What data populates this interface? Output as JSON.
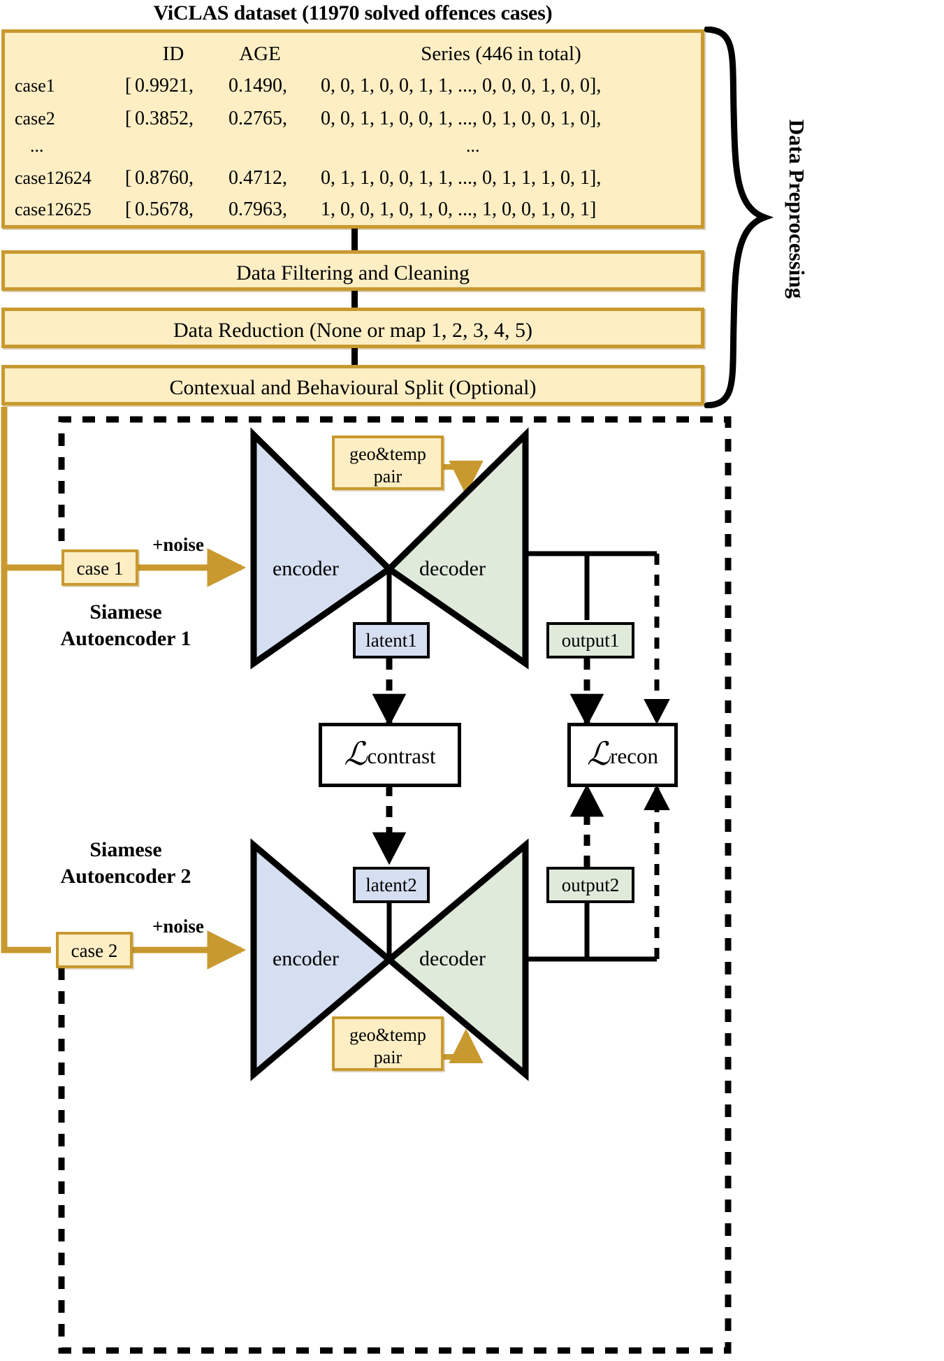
{
  "dataset": {
    "title": "ViCLAS dataset (11970 solved offences cases)",
    "headers": {
      "id": "ID",
      "age": "AGE",
      "series": "Series (446 in total)"
    },
    "rows": [
      {
        "case": "case1",
        "open": "[",
        "v1": "0.9921,",
        "v2": "0.1490,",
        "series": "0, 0, 1, 0, 0, 1, 1, ..., 0, 0, 0, 1, 0, 0],"
      },
      {
        "case": "case2",
        "open": "[",
        "v1": "0.3852,",
        "v2": "0.2765,",
        "series": "0, 0, 1, 1, 0, 0, 1, ..., 0, 1, 0, 0, 1, 0],"
      },
      {
        "case": "...",
        "open": "",
        "v1": "",
        "v2": "",
        "series": "..."
      },
      {
        "case": "case12624",
        "open": "[",
        "v1": "0.8760,",
        "v2": "0.4712,",
        "series": "0, 1, 1, 0, 0, 1, 1, ..., 0, 1, 1, 1, 0, 1],"
      },
      {
        "case": "case12625",
        "open": "[",
        "v1": "0.5678,",
        "v2": "0.7963,",
        "series": "1, 0, 0, 1, 0, 1, 0, ..., 1, 0, 0, 1, 0, 1]"
      }
    ]
  },
  "preprocessing": {
    "bracket_label": "Data Preprocessing",
    "steps": [
      "Data Filtering and Cleaning",
      "Data Reduction (None or map 1, 2, 3, 4, 5)",
      "Contexual and Behavioural Split (Optional)"
    ]
  },
  "model": {
    "autoencoder1": {
      "label_line1": "Siamese",
      "label_line2": "Autoencoder 1",
      "case": "case 1",
      "noise": "+noise",
      "geotemp_line1": "geo&temp",
      "geotemp_line2": "pair",
      "encoder": "encoder",
      "decoder": "decoder",
      "latent": "latent1",
      "output": "output1"
    },
    "autoencoder2": {
      "label_line1": "Siamese",
      "label_line2": "Autoencoder 2",
      "case": "case 2",
      "noise": "+noise",
      "geotemp_line1": "geo&temp",
      "geotemp_line2": "pair",
      "encoder": "encoder",
      "decoder": "decoder",
      "latent": "latent2",
      "output": "output2"
    },
    "losses": {
      "contrast_symbol": "ℒ",
      "contrast_sub": "contrast",
      "recon_symbol": "ℒ",
      "recon_sub": "recon"
    }
  },
  "colors": {
    "tan_fill": "#fdeec4",
    "tan_border": "#c8992f",
    "encoder_fill": "#d6dff1",
    "decoder_fill": "#dfeadb",
    "line_black": "#000000"
  }
}
